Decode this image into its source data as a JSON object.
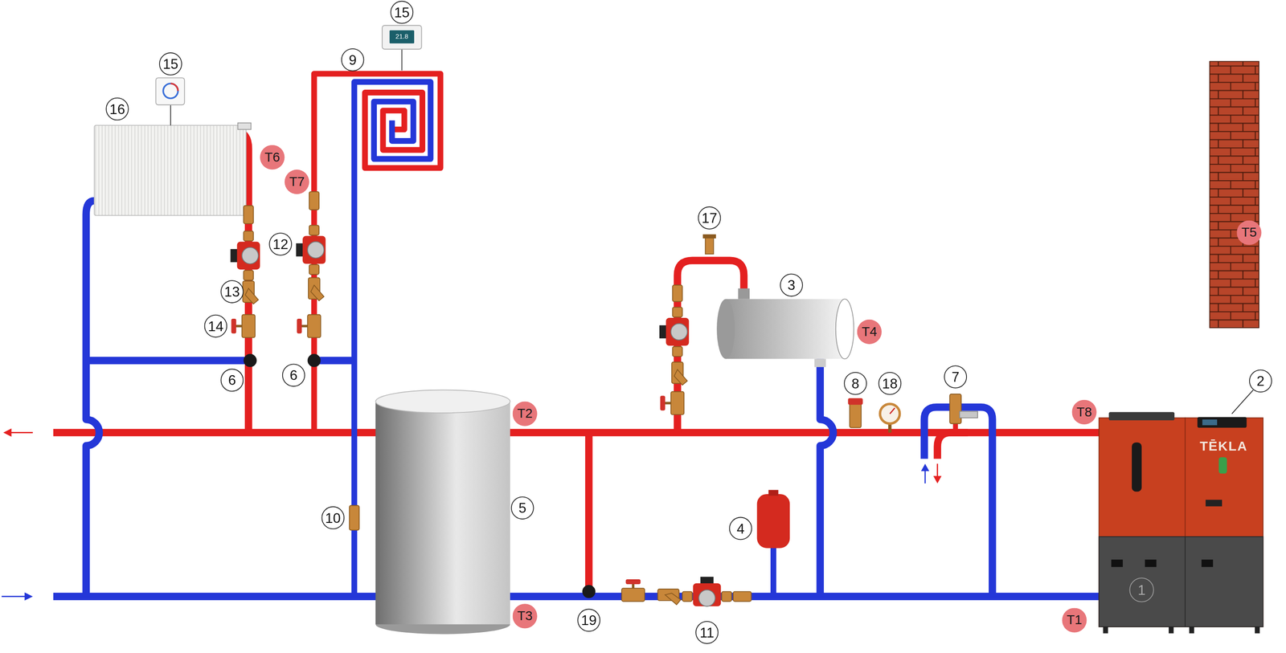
{
  "diagram": {
    "labels": [
      "15",
      "21.8",
      "9",
      "15",
      "16",
      "T6",
      "T7",
      "12",
      "17",
      "T5",
      "3",
      "13",
      "14",
      "T4",
      "6",
      "6",
      "7",
      "2",
      "8",
      "18",
      "T2",
      "T8",
      "TĒKLA",
      "5",
      "10",
      "4",
      "1",
      "T3",
      "19",
      "11",
      "T1"
    ]
  }
}
